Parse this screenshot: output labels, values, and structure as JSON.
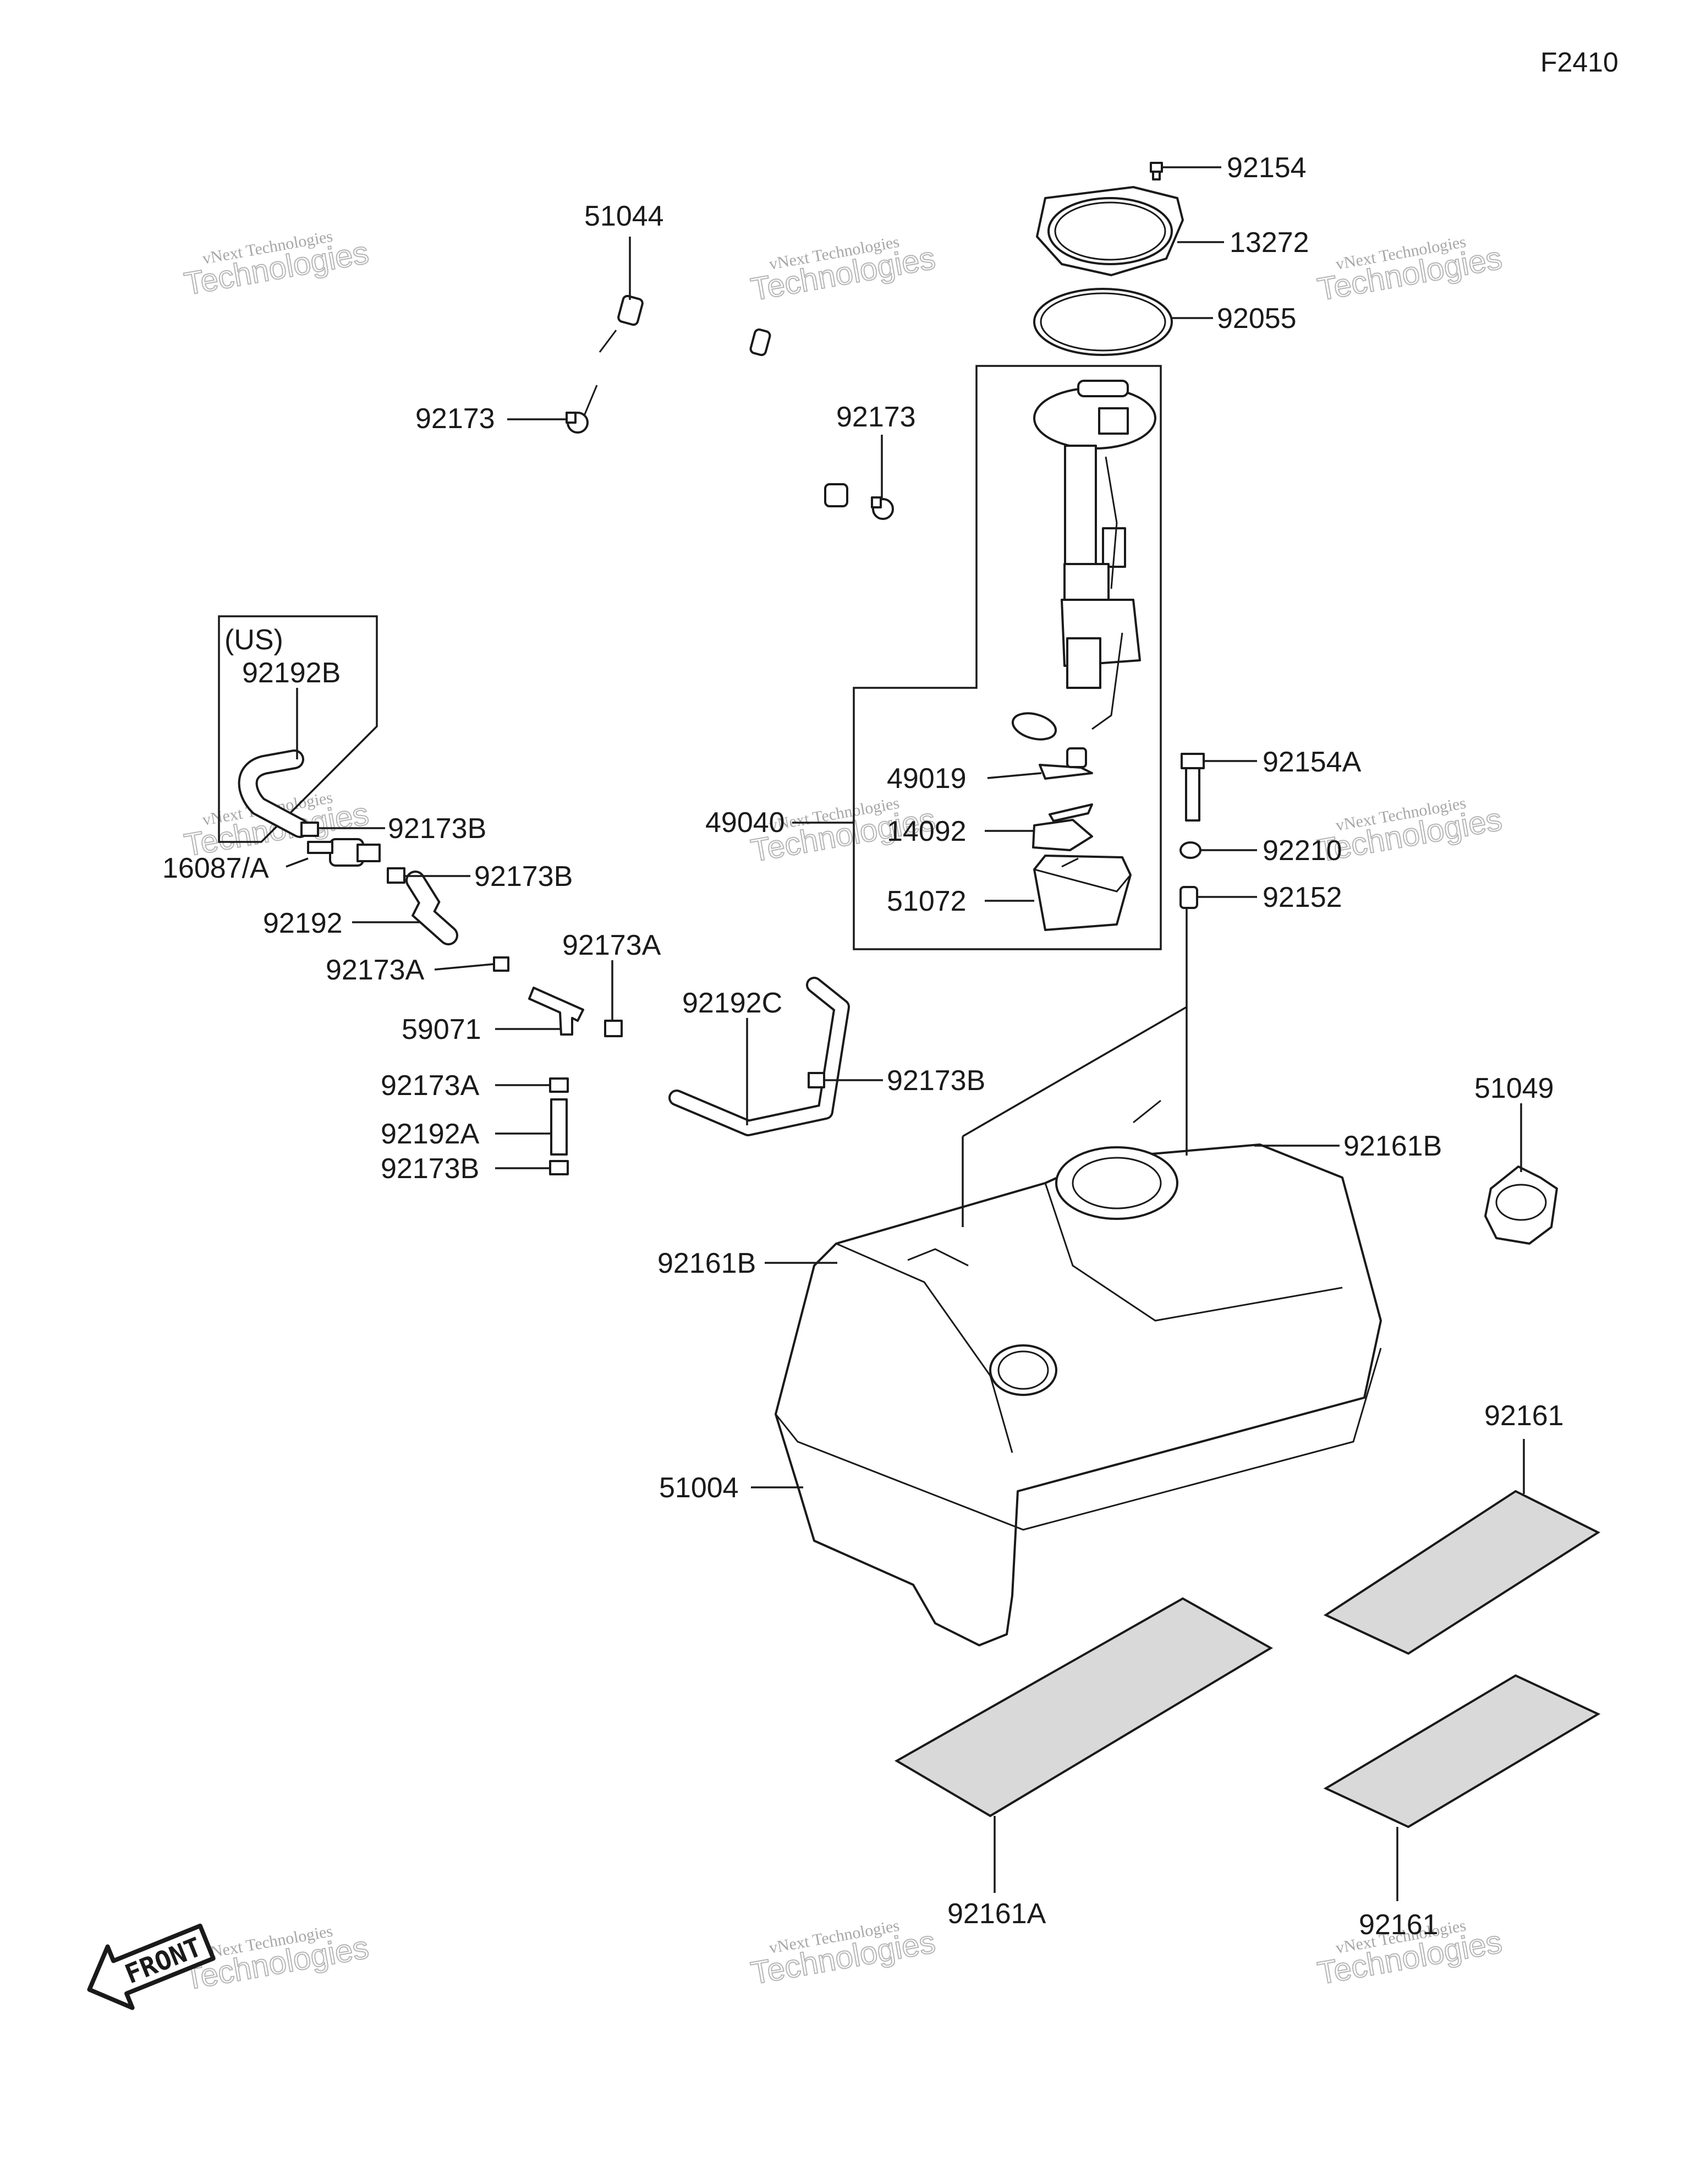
{
  "figure_id": "F2410",
  "callouts": {
    "c51044": "51044",
    "c92173_left": "92173",
    "c92173_right": "92173",
    "c92154": "92154",
    "c13272": "13272",
    "c92055": "92055",
    "c49019": "49019",
    "c49040": "49040",
    "c14092": "14092",
    "c51072": "51072",
    "c92154A": "92154A",
    "c92210": "92210",
    "c92152": "92152",
    "us_note": "(US)",
    "c92192B": "92192B",
    "c92173B_1": "92173B",
    "c16087A": "16087/A",
    "c92173B_2": "92173B",
    "c92192": "92192",
    "c92173A_1": "92173A",
    "c92173A_2": "92173A",
    "c59071": "59071",
    "c92192C": "92192C",
    "c92173B_3": "92173B",
    "c92173A_3": "92173A",
    "c92192A": "92192A",
    "c92173B_4": "92173B",
    "c51049": "51049",
    "c92161B_right": "92161B",
    "c92161B_left": "92161B",
    "c51004": "51004",
    "c92161_top": "92161",
    "c92161A": "92161A",
    "c92161_bottom": "92161"
  },
  "front_arrow": "FRONT",
  "watermark": {
    "line1": "vNext Technologies",
    "line2": "Technologies"
  },
  "icons": [
    "front-arrow-icon",
    "fuel-tank-icon",
    "fuel-pump-icon",
    "fuel-cap-icon",
    "hose-icon",
    "clamp-icon"
  ]
}
